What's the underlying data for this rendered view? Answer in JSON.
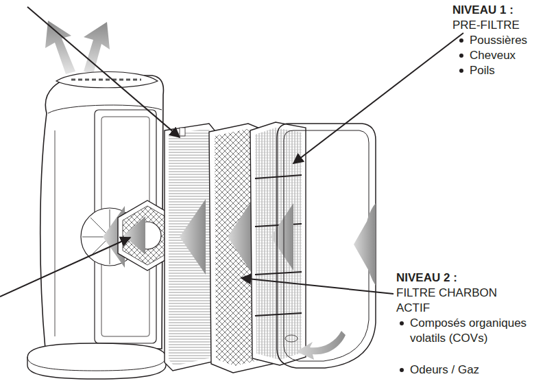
{
  "diagram": {
    "labels": [
      "NIVEAU 1 :",
      "PRE-FILTRE",
      "Poussières",
      "Cheveux",
      "Poils",
      "NIVEAU 2 :",
      "FILTRE CHARBON ACTIF",
      "Composés organiques volatils (COVs)",
      "Odeurs / Gaz"
    ]
  }
}
